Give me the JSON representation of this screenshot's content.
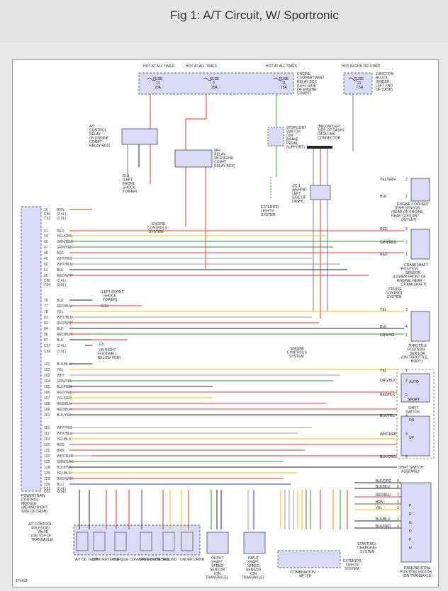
{
  "title": "Fig 1: A/T Circuit, W/ Sportronic",
  "fig_code": "176432",
  "fuses": [
    {
      "hot": "HOT AT ALL TIMES",
      "name": "FUSE",
      "num": "13",
      "amp": "20A"
    },
    {
      "hot": "HOT AT ALL TIMES",
      "name": "FUSE",
      "num": "9",
      "amp": "20A"
    },
    {
      "hot": "HOT AT ALL TIMES",
      "name": "FUSE",
      "num": "11",
      "amp": "15A"
    },
    {
      "hot": "HOT IN RUN OR START",
      "name": "FUSE",
      "num": "22",
      "amp": "7.5A"
    }
  ],
  "components": {
    "relay_box": "ENGINE COMPARTMENT RELAY BOX (LEFT SIDE OF ENGINE COMPT)",
    "junction_block": "JUNCTION BLOCK (UNDER LEFT END OF DASH)",
    "at_relay": "A/T CONTROL RELAY (IN ENGINE COMPT RELAY BOX)",
    "mfi_relay": "MFI RELAY (IN ENGINE COMPT RELAY BOX)",
    "stoplight": "STOPLIGHT SWITCH (ON BRAKE PEDAL SUPPORT)",
    "dlc": "(BELOW LEFT SIDE OF DASH) DATA LINK CONNECTOR",
    "jc": "J/C 1 (BEHIND LEFT SIDE OF DASH)",
    "g3": "G/ 3 (LEFT FRONT SHOCK TOWER)",
    "ext_lights_top": "EXTERIOR LIGHTS SYSTEM",
    "ecs_top": "ENGINE CONTROLS SYSTEM",
    "coolant": "ENGINE COOLANT TEMP SENSOR (REAR OF ENGINE, NEAR COOLANT OUTLET)",
    "crank": "CRANKSHAFT POSITION SENSOR (LOWER FRONT OF ENGINE, NEAR CRANKSHAFT)",
    "cruise": "CRUISE CONTROL SYSTEM",
    "lf_shock": "(LEFT FRONT SHOCK TOWER)",
    "g3b": "G/13",
    "g5": "G5",
    "rfw": "(IN RIGHT FOOTWELL, BELOW PCM)",
    "throttle": "THROTTLE POSITION SENSOR (ON THROTTLE BODY)",
    "ecs_mid": "ENGINE CONTROLS SYSTEM",
    "shift_switch": "SHIFT SWITCH",
    "shift_assembly": "SHIFT SWITCH ASSEMBLY",
    "pcm": "POWERTRAIN CONTROL MODULE (BEHIND RIGHT SIDE OF DASH)",
    "solenoid": "A/T CONTROL SOLENOID VALVE (ON TOP OF TRANSAXLE)",
    "sol_labels": [
      "A/T OIL TEMP",
      "LOW/ REVERSE",
      "TORQUE CONVERTER CONTROL",
      "OVER DRIVE",
      "SECOND",
      "UNDER DRIVE"
    ],
    "output_sensor": "OUTPUT SHAFT SPEED SENSOR (ON TRANSAXLE)",
    "input_sensor": "INPUT SHAFT SPEED SENSOR (ON TRANSAXLE)",
    "combo": "COMBINATION METER",
    "ext_lights_bot": "EXTERIOR LIGHTS SYSTEM",
    "starting": "STARTING/ CHARGING SYSTEM",
    "pnp": "PARK/NEUTRAL POSITION SWITCH (ON TRANSAXLE)",
    "auto": "AUTO",
    "sport": "SPORT",
    "dn": "DN",
    "up": "UP"
  },
  "pcm_pins": [
    {
      "n": "16",
      "t": "BRN"
    },
    {
      "n": "C50",
      "t": "(2.4L)"
    },
    {
      "n": "C52",
      "t": "(3.0L)"
    },
    {
      "n": "41",
      "t": "RED"
    },
    {
      "n": "44",
      "t": "YEL/GRN"
    },
    {
      "n": "45",
      "t": "GRN/RED"
    },
    {
      "n": "47",
      "t": "GRN/YEL"
    },
    {
      "n": "48",
      "t": "RED"
    },
    {
      "n": "49",
      "t": "WHT/VIO"
    },
    {
      "n": "50",
      "t": "WHT/BLU"
    },
    {
      "n": "51",
      "t": "BLK"
    },
    {
      "n": "65",
      "t": "RED/WHT"
    },
    {
      "n": "C50",
      "t": "(2.4L)"
    },
    {
      "n": "C54",
      "t": "(3.0L)"
    },
    {
      "n": "76",
      "t": "BLK"
    },
    {
      "n": "77",
      "t": "RED/BLU"
    },
    {
      "n": "78",
      "t": "YEL"
    },
    {
      "n": "81",
      "t": "WHT/BLU"
    },
    {
      "n": "82",
      "t": "RED/WHT"
    },
    {
      "n": "84",
      "t": "BLK"
    },
    {
      "n": "86",
      "t": "RED/BLK"
    },
    {
      "n": "87",
      "t": "BLK"
    },
    {
      "n": "C57",
      "t": "(2.4L)"
    },
    {
      "n": "C58",
      "t": "(3.0L)"
    },
    {
      "n": "101",
      "t": "BLK/BLU"
    },
    {
      "n": "102",
      "t": "YEL"
    },
    {
      "n": "103",
      "t": "WHT"
    },
    {
      "n": "104",
      "t": "GRN/YEL"
    },
    {
      "n": "105",
      "t": "BLK/RED"
    },
    {
      "n": "106",
      "t": "RED/YEL"
    },
    {
      "n": "107",
      "t": "YEL/RED"
    },
    {
      "n": "108",
      "t": "RED/BLU"
    },
    {
      "n": "109",
      "t": "RED/BLK"
    },
    {
      "n": "110",
      "t": "BLK/YEL"
    },
    {
      "n": "116",
      "t": "WHT/VIO"
    },
    {
      "n": "117",
      "t": "WHT/BLU"
    },
    {
      "n": "119",
      "t": "YEL/BLK"
    },
    {
      "n": "120",
      "t": "RED"
    },
    {
      "n": "121",
      "t": "BRN"
    },
    {
      "n": "122",
      "t": "WHT/RED"
    },
    {
      "n": "123",
      "t": "GRN/ORG"
    },
    {
      "n": "124",
      "t": "BLK/PNK"
    },
    {
      "n": "125",
      "t": "YEL/BLU"
    },
    {
      "n": "129",
      "t": "RED/WHT"
    },
    {
      "n": "126",
      "t": "BLU"
    },
    {
      "n": "C61",
      "t": "(2.4L)"
    },
    {
      "n": "C63",
      "t": "(3.0L)"
    }
  ],
  "right_wires": [
    {
      "t": "YEL/GRN",
      "n": "2"
    },
    {
      "t": "BLK",
      "n": "1"
    },
    {
      "t": "RED",
      "n": "3"
    },
    {
      "t": "GRN/RED",
      "n": "2"
    },
    {
      "t": "RED",
      "n": "1"
    },
    {
      "t": "YEL",
      "n": "3"
    },
    {
      "t": "BLK",
      "n": "4"
    },
    {
      "t": "GRN/YEL",
      "n": "1"
    },
    {
      "t": "YEL",
      "n": "1"
    },
    {
      "t": "ORG/BLK",
      "n": "2"
    },
    {
      "t": "RED/BLK",
      "n": "5"
    },
    {
      "t": "BLK/YEL",
      "n": "4"
    },
    {
      "t": "WHT/RED",
      "n": "3"
    },
    {
      "t": "BLK/ORG",
      "n": "6"
    }
  ],
  "pnp_wires": [
    {
      "t": "BLK/ORG",
      "n": "9"
    },
    {
      "t": "BLK/BLU",
      "n": "8"
    },
    {
      "t": "RED/BLU",
      "n": "7"
    },
    {
      "t": "BRN",
      "n": "2"
    },
    {
      "t": "YEL",
      "n": "3"
    },
    {
      "t": "BLK/BLU",
      "n": "1"
    },
    {
      "t": "BLK/RED",
      "n": "4"
    }
  ]
}
